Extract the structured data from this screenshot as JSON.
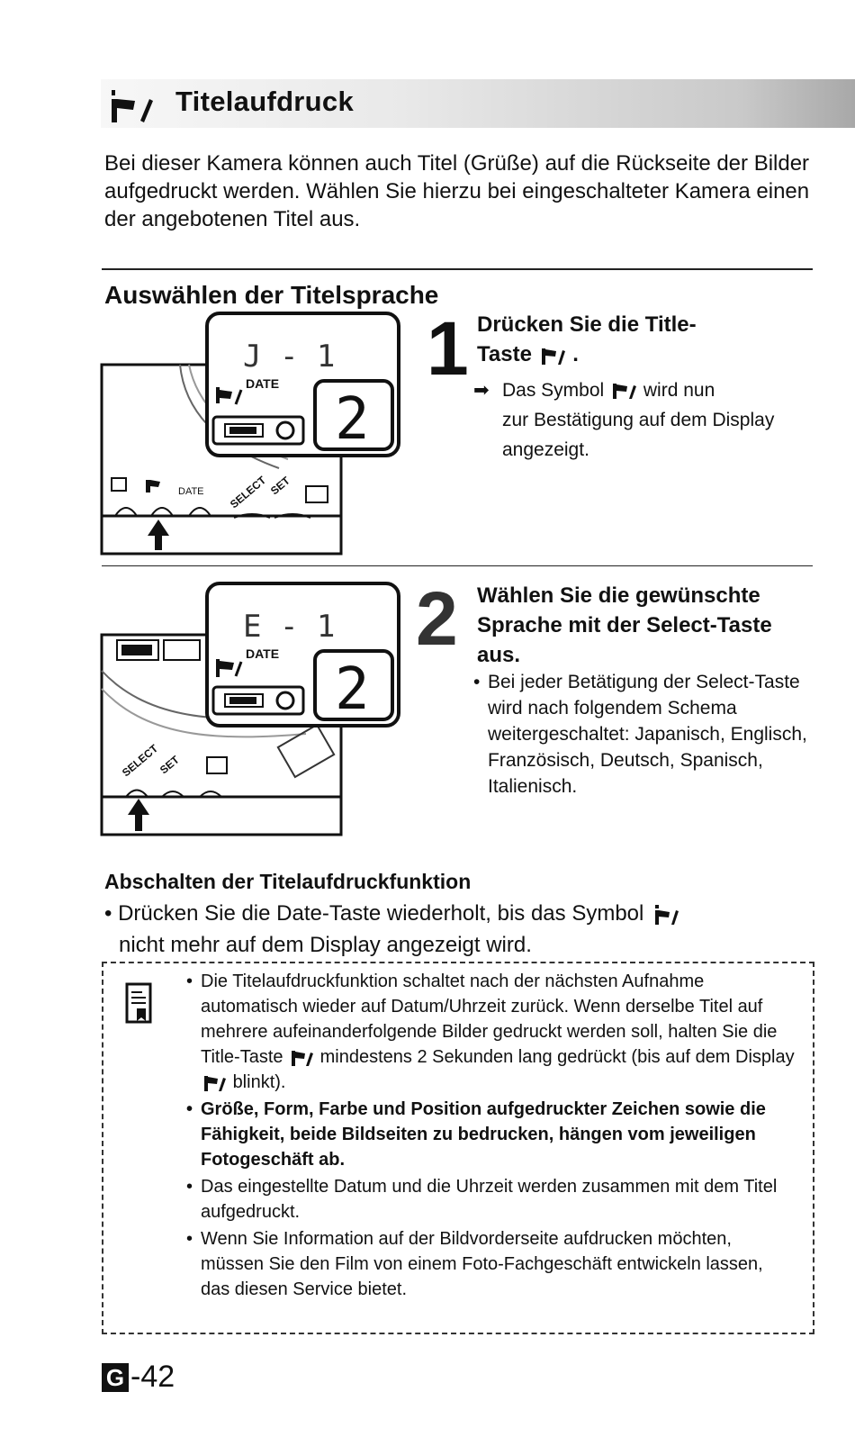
{
  "header": {
    "title": "Titelaufdruck",
    "icon": "title-flag-icon"
  },
  "intro": "Bei dieser Kamera können auch Titel (Grüße) auf die Rückseite der Bilder aufgedruckt werden. Wählen Sie hierzu bei eingeschalteter Kamera einen der angebotenen Titel aus.",
  "section": {
    "heading": "Auswählen der Titelsprache"
  },
  "step1": {
    "number": "1",
    "title_a": "Drücken Sie die Title-",
    "title_b": "Taste",
    "title_c": ".",
    "result_arrow": "➡",
    "result_a": "Das Symbol",
    "result_b": "wird nun",
    "result_rest": "zur Bestätigung auf dem Display angezeigt.",
    "lcd_code": "J - 1",
    "lcd_counter": "2",
    "lcd_date_label": "DATE",
    "panel_labels": [
      "DATE",
      "SELECT",
      "SET"
    ]
  },
  "step2": {
    "number": "2",
    "title": "Wählen Sie die gewünschte Sprache mit der Select-Taste aus.",
    "note": "Bei jeder Betätigung der Select-Taste wird nach folgendem Schema weitergeschaltet: Japanisch, Englisch, Französisch, Deutsch, Spanisch, Italienisch.",
    "lcd_code": "E - 1",
    "lcd_counter": "2",
    "lcd_date_label": "DATE",
    "panel_labels": [
      "SELECT",
      "SET"
    ]
  },
  "off": {
    "heading": "Abschalten der Titelaufdruckfunktion",
    "text_a": "• Drücken Sie die Date-Taste wiederholt, bis das Symbol",
    "text_b": "nicht mehr auf dem Display angezeigt wird."
  },
  "notes": {
    "icon": "memo-note-icon",
    "n1_a": "Die Titelaufdruckfunktion schaltet nach der nächsten Aufnahme automatisch wieder auf Datum/Uhrzeit zurück. Wenn derselbe Titel auf mehrere aufeinanderfolgende Bilder gedruckt werden soll, halten Sie die Title-Taste",
    "n1_b": "mindestens 2 Sekunden lang gedrückt (bis auf dem Display",
    "n1_c": "blinkt).",
    "n2": "Größe, Form, Farbe und Position aufgedruckter Zeichen sowie die Fähigkeit, beide Bildseiten zu bedrucken, hängen vom jeweiligen Fotogeschäft ab.",
    "n3": "Das eingestellte Datum und die Uhrzeit werden zusammen mit dem Titel aufgedruckt.",
    "n4": "Wenn Sie Information auf der Bildvorderseite aufdrucken möchten, müssen Sie den Film von einem Foto-Fachgeschäft entwickeln lassen, das diesen Service bietet."
  },
  "page": {
    "badge": "G",
    "number": "-42"
  }
}
